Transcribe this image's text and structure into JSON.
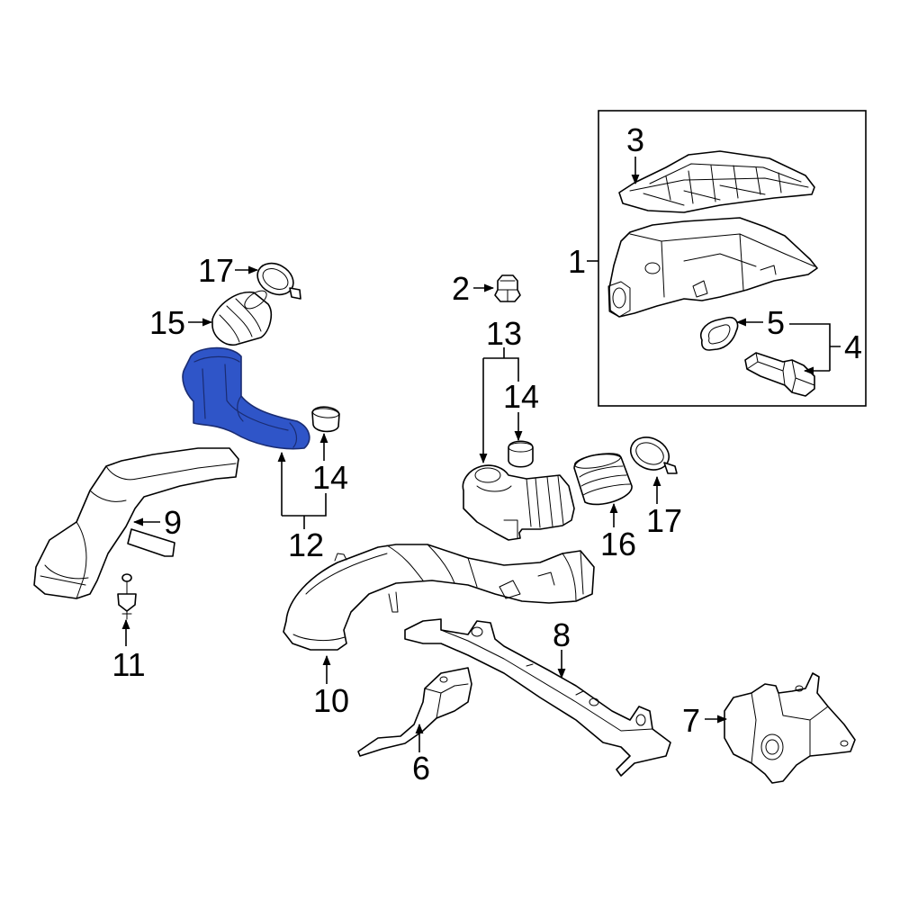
{
  "diagram": {
    "callouts": [
      "3",
      "1",
      "2",
      "13",
      "14",
      "5",
      "4",
      "17",
      "15",
      "14",
      "12",
      "9",
      "11",
      "10",
      "8",
      "6",
      "7",
      "16",
      "17"
    ]
  },
  "colors": {
    "highlight": "#2f55c8",
    "highlight_stroke": "#1a2c72",
    "line": "#000000",
    "background": "#ffffff"
  }
}
